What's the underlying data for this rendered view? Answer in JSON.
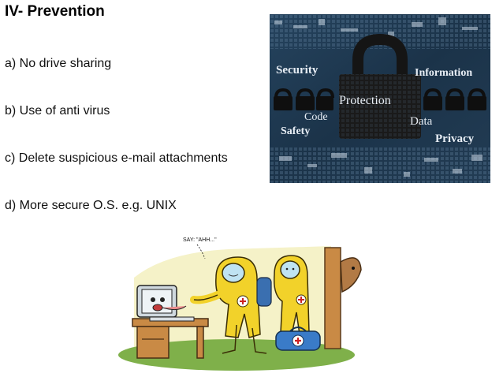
{
  "slide": {
    "title": "IV- Prevention",
    "bullets": [
      "a) No drive sharing",
      "b) Use of anti virus",
      "c) Delete suspicious e-mail attachments",
      "d) More secure O.S. e.g. UNIX"
    ]
  },
  "security_image": {
    "words": {
      "security": "Security",
      "information": "Information",
      "protection": "Protection",
      "code": "Code",
      "data": "Data",
      "safety": "Safety",
      "privacy": "Privacy"
    },
    "colors": {
      "background": "#1b3349",
      "lock": "#1a1a1a",
      "text": "#e8eef5"
    }
  },
  "cartoon": {
    "speech_text": "SAY: \"AHH...\"",
    "colors": {
      "hazmat_suit": "#f2d22a",
      "ground": "#7fb04a",
      "sky": "#f5f2c8",
      "medical_bag": "#3a7bc8"
    }
  }
}
